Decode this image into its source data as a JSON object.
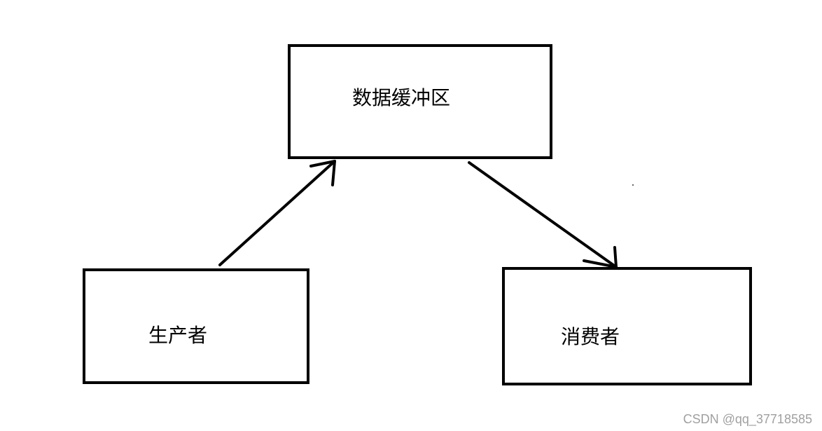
{
  "diagram": {
    "nodes": {
      "buffer": {
        "label": "数据缓冲区"
      },
      "producer": {
        "label": "生产者"
      },
      "consumer": {
        "label": "消费者"
      }
    },
    "edges": [
      {
        "from": "producer",
        "to": "buffer"
      },
      {
        "from": "buffer",
        "to": "consumer"
      }
    ],
    "colors": {
      "stroke": "#000000",
      "background": "#ffffff",
      "watermark": "#a0a0a0"
    }
  },
  "watermark": "CSDN @qq_37718585"
}
